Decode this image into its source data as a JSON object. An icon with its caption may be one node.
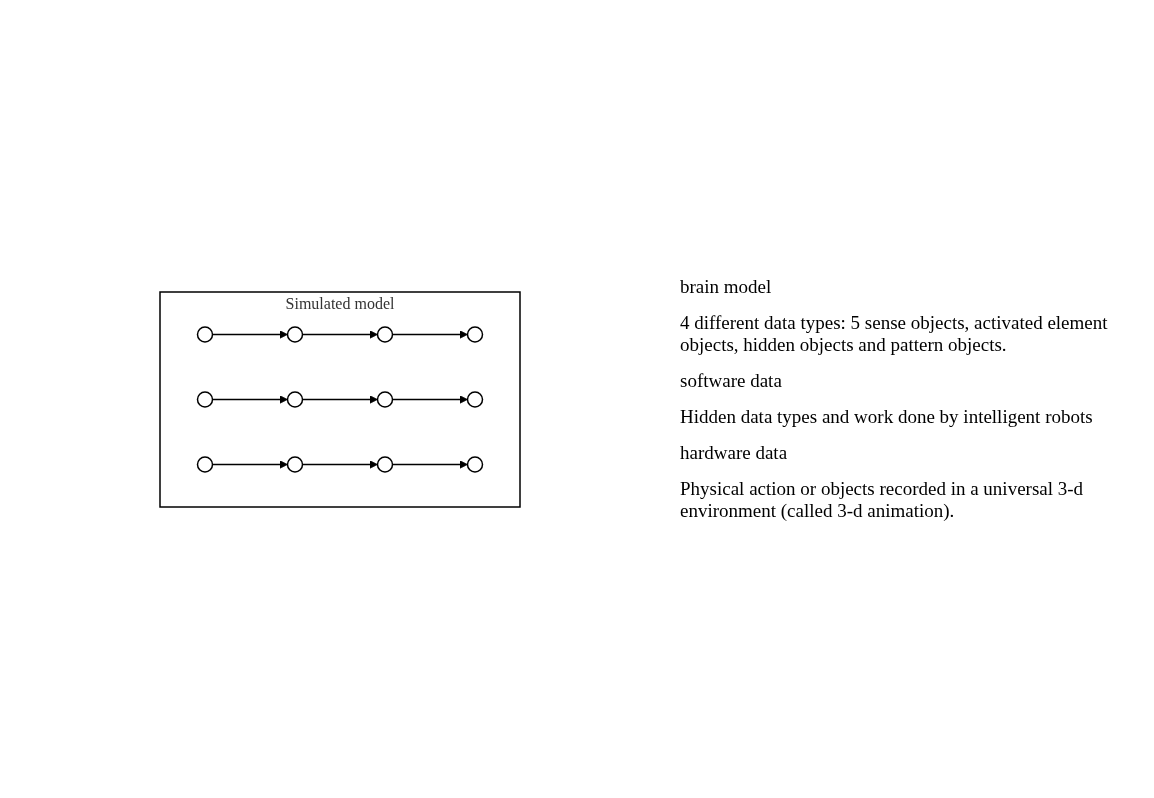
{
  "diagram": {
    "nodes": [
      {
        "text": [
          "Simulated model"
        ]
      },
      {
        "text": [],
        "shape": "circle",
        "in": 0
      },
      {
        "text": [],
        "shape": "circle",
        "in": 0
      },
      {
        "text": [],
        "shape": "circle",
        "in": 0
      },
      {
        "text": [],
        "shape": "circle",
        "in": 0
      },
      {
        "text": [],
        "shape": "circle",
        "in": 0
      },
      {
        "text": [],
        "shape": "circle",
        "in": 0
      },
      {
        "text": [],
        "shape": "circle",
        "in": 0
      },
      {
        "text": [],
        "shape": "circle",
        "in": 0
      },
      {
        "text": [],
        "shape": "circle",
        "in": 0
      },
      {
        "text": [],
        "shape": "circle",
        "in": 0
      },
      {
        "text": [],
        "shape": "circle",
        "in": 0
      },
      {
        "text": [],
        "shape": "circle",
        "in": 0
      }
    ],
    "edges": [
      {
        "from": 1,
        "to": 2,
        "arrow": "to"
      },
      {
        "from": 2,
        "to": 3,
        "arrow": "to"
      },
      {
        "from": 3,
        "to": 4,
        "arrow": "to"
      },
      {
        "from": 5,
        "to": 6,
        "arrow": "to"
      },
      {
        "from": 6,
        "to": 7,
        "arrow": "to"
      },
      {
        "from": 7,
        "to": 8,
        "arrow": "to"
      },
      {
        "from": 9,
        "to": 10,
        "arrow": "to"
      },
      {
        "from": 10,
        "to": 11,
        "arrow": "to"
      },
      {
        "from": 11,
        "to": 12,
        "arrow": "to"
      }
    ],
    "labels": [
      "brain model",
      "4 different data types:  5 sense objects, activated element objects, hidden objects and pattern objects.",
      "software data",
      "Hidden data types and work done by intelligent robots",
      "hardware data",
      "Physical action or objects recorded in a universal 3-d environment (called 3-d animation)."
    ]
  }
}
